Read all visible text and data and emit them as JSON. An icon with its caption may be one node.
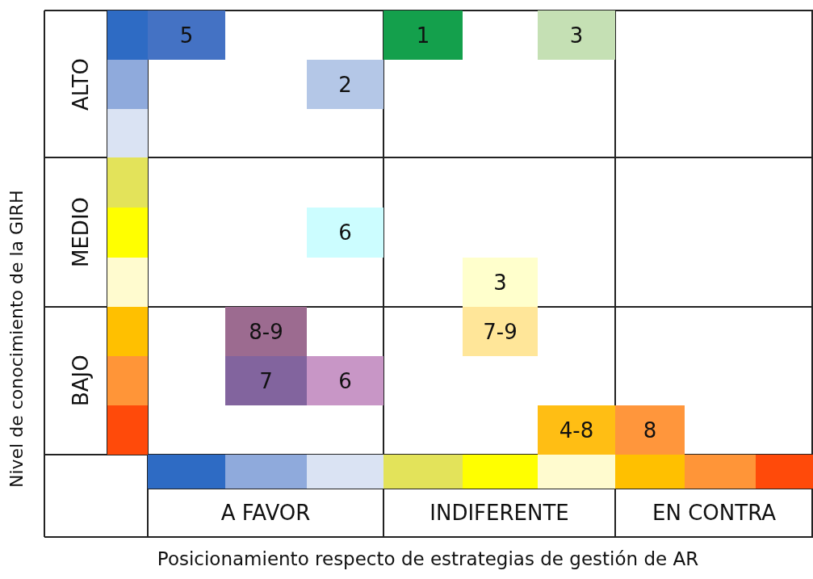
{
  "diagram": {
    "labels": [
      "Nivel de conocimiento de la GIRH",
      "ALTO",
      "5",
      "1",
      "3",
      "2",
      "MEDIO",
      "6",
      "3",
      "BAJO",
      "8-9",
      "7-9",
      "7",
      "6",
      "4-8",
      "8",
      "A FAVOR",
      "INDIFERENTE",
      "EN CONTRA",
      "Posicionamiento respecto de estrategias de gestión de AR"
    ]
  }
}
